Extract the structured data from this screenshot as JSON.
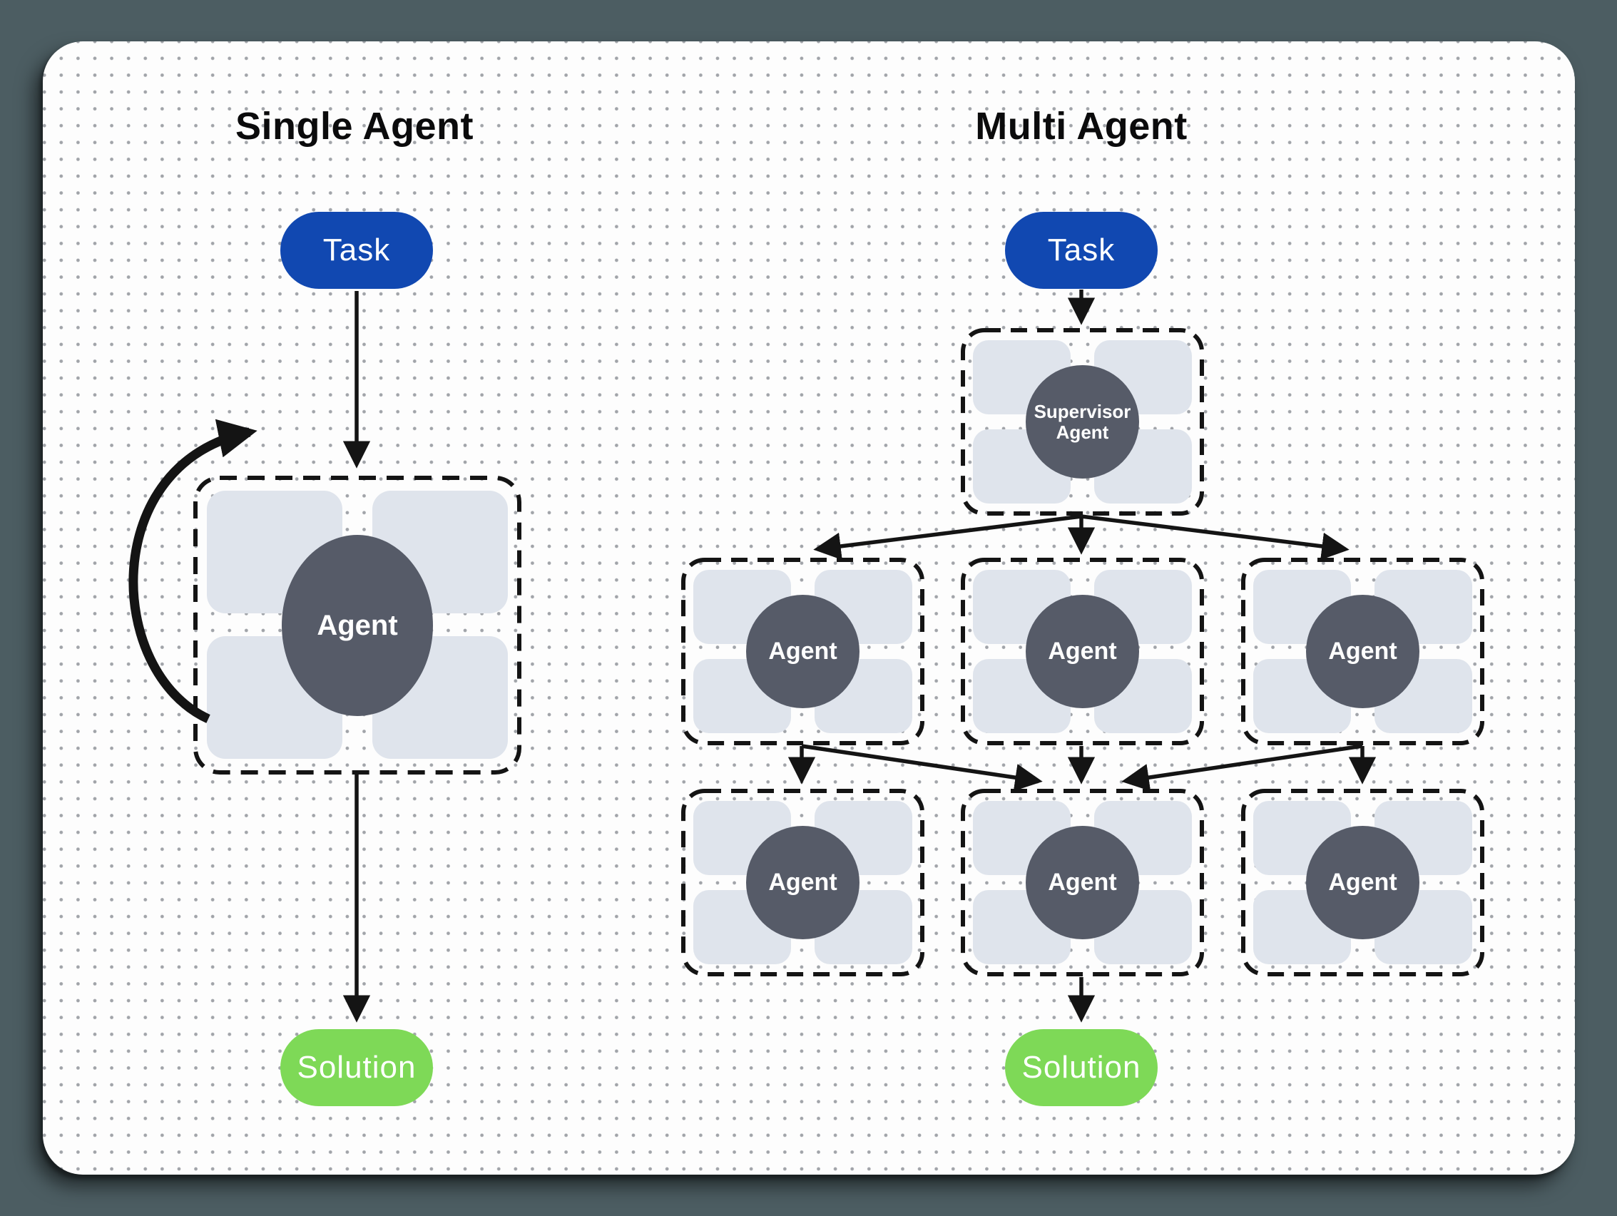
{
  "left_panel": {
    "title": "Single Agent",
    "task_label": "Task",
    "agent_label": "Agent",
    "solution_label": "Solution"
  },
  "right_panel": {
    "title": "Multi Agent",
    "task_label": "Task",
    "supervisor_label": "Supervisor Agent",
    "worker_labels": [
      "Agent",
      "Agent",
      "Agent",
      "Agent",
      "Agent",
      "Agent"
    ],
    "solution_label": "Solution"
  },
  "colors": {
    "background": "#4c5d62",
    "canvas": "#fdfdfd",
    "task_pill": "#1148b1",
    "solution_pill": "#7ed957",
    "agent_circle": "#565b68",
    "tool_tile": "#dfe4ec",
    "stroke": "#141414"
  }
}
